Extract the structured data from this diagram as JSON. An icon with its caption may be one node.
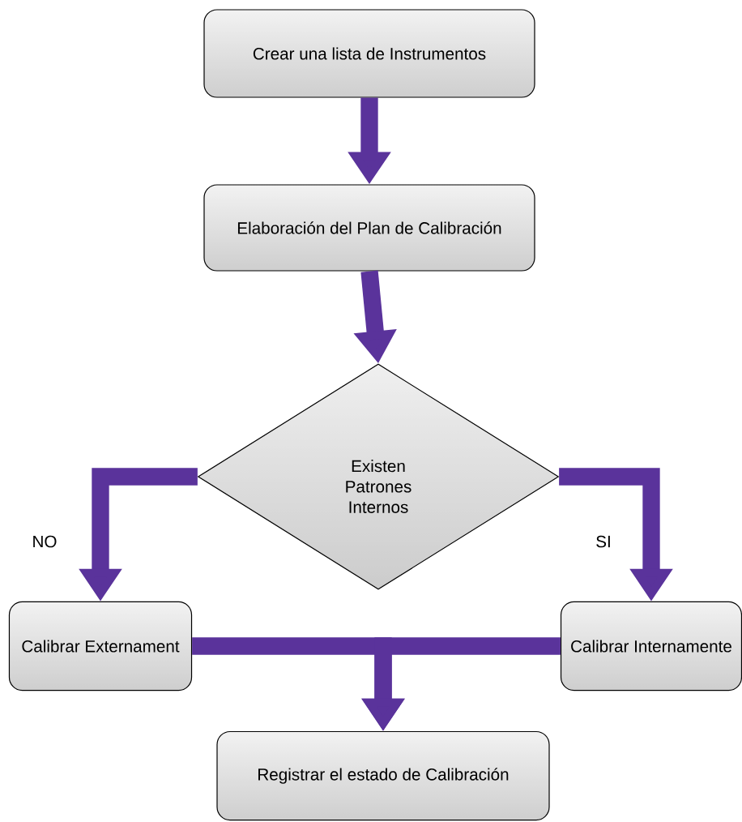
{
  "diagram": {
    "nodes": [
      {
        "text": [
          "Crear una lista de Instrumentos"
        ]
      },
      {
        "text": [
          "Elaboración del Plan de Calibración"
        ]
      },
      {
        "text": [
          "Existen Patrones Internos"
        ]
      },
      {
        "text": [
          "Calibrar Externament"
        ]
      },
      {
        "text": [
          "Calibrar Internamente"
        ]
      },
      {
        "text": [
          "Registrar el estado de Calibración"
        ]
      }
    ],
    "edges": [
      {
        "from": 0,
        "to": 1,
        "arrow": "to"
      },
      {
        "from": 1,
        "to": 2,
        "arrow": "to"
      },
      {
        "from": 2,
        "to": 3,
        "arrow": "to",
        "label": "NO"
      },
      {
        "from": 2,
        "to": 4,
        "arrow": "to",
        "label": "SI"
      },
      {
        "from": 3,
        "to": 5,
        "arrow": "to"
      },
      {
        "from": 4,
        "to": 5,
        "arrow": "to"
      }
    ]
  }
}
